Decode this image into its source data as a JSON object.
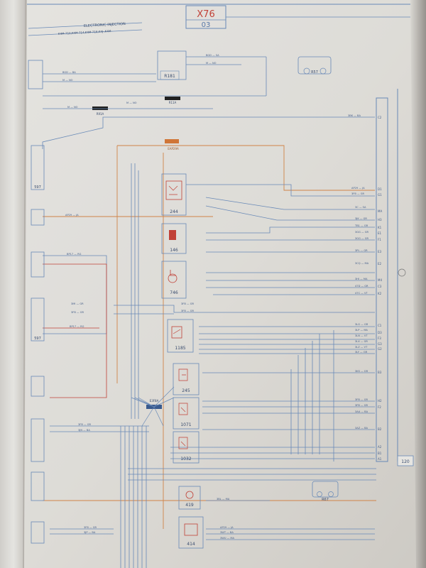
{
  "header": {
    "model_code": "X76",
    "sheet_number": "03",
    "system_title": "ELECTRONIC INJECTION",
    "engine_variants": "K4M-710,K4M-714,K4M-718,K4J-,K4M-"
  },
  "components": [
    {
      "id": "R181",
      "label": "R181"
    },
    {
      "id": "R57",
      "label": "R57"
    },
    {
      "id": "597a",
      "label": "597"
    },
    {
      "id": "597b",
      "label": "597"
    },
    {
      "id": "244",
      "label": "244"
    },
    {
      "id": "146",
      "label": "146"
    },
    {
      "id": "746",
      "label": "746"
    },
    {
      "id": "1185",
      "label": "1185"
    },
    {
      "id": "245",
      "label": "245"
    },
    {
      "id": "1071",
      "label": "1071"
    },
    {
      "id": "1032",
      "label": "1032"
    },
    {
      "id": "419",
      "label": "419"
    },
    {
      "id": "414",
      "label": "414"
    },
    {
      "id": "R67",
      "label": "R67"
    },
    {
      "id": "120",
      "label": "120"
    }
  ],
  "splices": [
    {
      "id": "R91A",
      "label": "R91A"
    },
    {
      "id": "R11A",
      "label": "R11A"
    },
    {
      "id": "EAP29A",
      "label": "EAP29A"
    },
    {
      "id": "E3F8A",
      "label": "E3F8A"
    }
  ],
  "wire_labels": [
    {
      "id": "w1",
      "text": "BGD — BA"
    },
    {
      "id": "w2",
      "text": "M — NO"
    },
    {
      "id": "w3",
      "text": "BGD — SA"
    },
    {
      "id": "w4",
      "text": "M — NO"
    },
    {
      "id": "w5",
      "text": "M — NO"
    },
    {
      "id": "w6",
      "text": "M — NO"
    },
    {
      "id": "w7",
      "text": "3BK — BA"
    },
    {
      "id": "w8",
      "text": "AP29 — JA"
    },
    {
      "id": "w9",
      "text": "AP29 — JA"
    },
    {
      "id": "w10",
      "text": "3FB — GR"
    },
    {
      "id": "w11",
      "text": "3C — SA"
    },
    {
      "id": "w12",
      "text": "3JK — GR"
    },
    {
      "id": "w13",
      "text": "TB1 — GR"
    },
    {
      "id": "w14",
      "text": "3GG — GR"
    },
    {
      "id": "w15",
      "text": "3GG — GR"
    },
    {
      "id": "w16",
      "text": "3PL — GR"
    },
    {
      "id": "w17",
      "text": "3CQ — MA"
    },
    {
      "id": "w18",
      "text": "3HI — MA"
    },
    {
      "id": "w19",
      "text": "47D — GR"
    },
    {
      "id": "w20",
      "text": "47C — VT"
    },
    {
      "id": "w21",
      "text": "3FB — GR"
    },
    {
      "id": "w22",
      "text": "3FB — GR"
    },
    {
      "id": "w23",
      "text": "3LG — GR"
    },
    {
      "id": "w24",
      "text": "3LP — MA"
    },
    {
      "id": "w25",
      "text": "3LN — VT"
    },
    {
      "id": "w26",
      "text": "3LX — GR"
    },
    {
      "id": "w27",
      "text": "3LZ — VT"
    },
    {
      "id": "w28",
      "text": "3LY — GR"
    },
    {
      "id": "w29",
      "text": "3KS — GR"
    },
    {
      "id": "w30",
      "text": "3FB — GR"
    },
    {
      "id": "w31",
      "text": "3FB — GR"
    },
    {
      "id": "w32",
      "text": "3AA — BA"
    },
    {
      "id": "w33",
      "text": "3AZ — BA"
    },
    {
      "id": "w34",
      "text": "BP17 — RG"
    },
    {
      "id": "w35",
      "text": "BP17 — RG"
    },
    {
      "id": "w36",
      "text": "3MI — GR"
    },
    {
      "id": "w37",
      "text": "3FB — GR"
    },
    {
      "id": "w38",
      "text": "3FB — GR"
    },
    {
      "id": "w39",
      "text": "3JN — BA"
    },
    {
      "id": "w40",
      "text": "3BL — MA"
    },
    {
      "id": "w41",
      "text": "AP29 — JA"
    },
    {
      "id": "w42",
      "text": "3WT — BA"
    },
    {
      "id": "w43",
      "text": "3WU — MA"
    },
    {
      "id": "w44",
      "text": "3FB — GR"
    },
    {
      "id": "w45",
      "text": "3JP — BA"
    }
  ],
  "ecu_pins": [
    "C2",
    "D1",
    "G1",
    "MA",
    "H3",
    "K1",
    "E1",
    "F1",
    "E3",
    "E2",
    "M4",
    "C3",
    "K2",
    "C1",
    "D3",
    "F3",
    "G3",
    "G2",
    "B3",
    "H2",
    "F2",
    "B2",
    "A2",
    "B1",
    "A1"
  ]
}
